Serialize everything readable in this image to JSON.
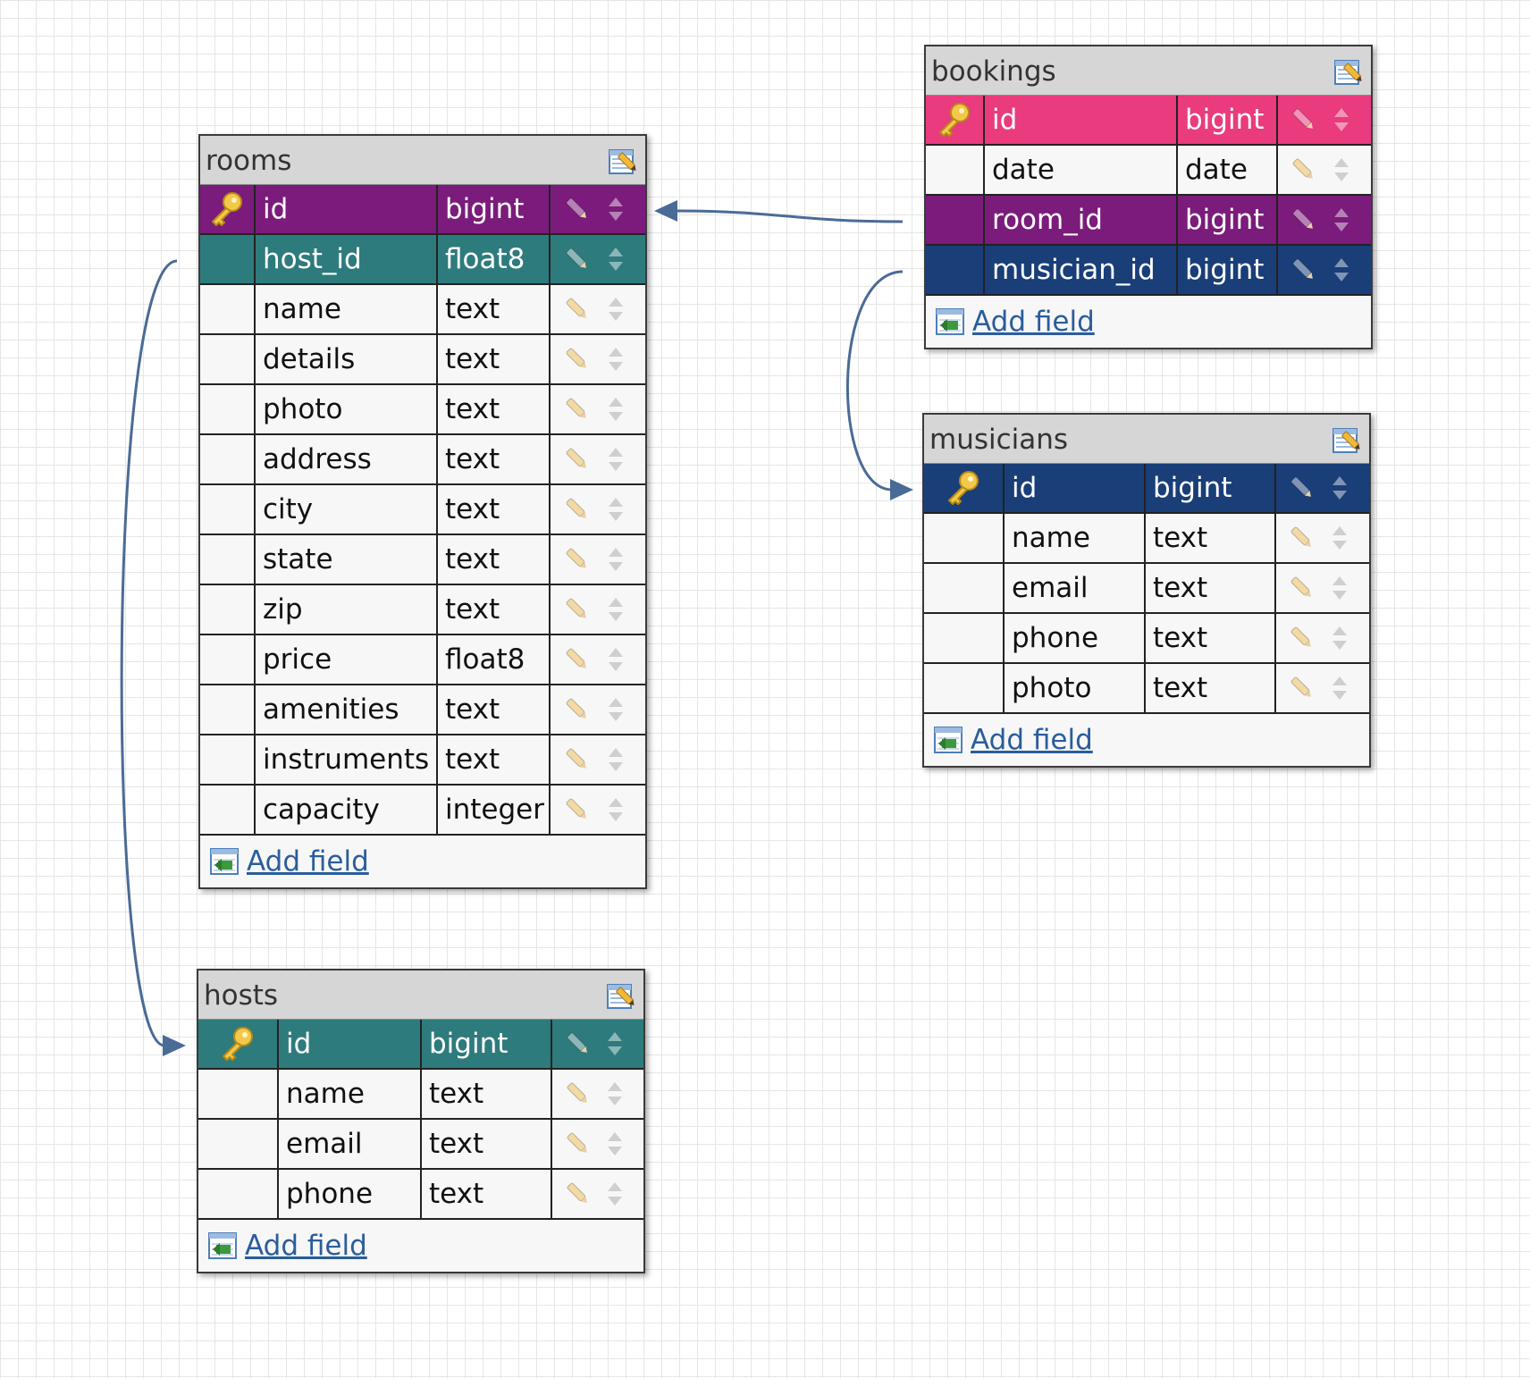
{
  "colors": {
    "primary_key_purple": "#7b1b7b",
    "teal": "#2e7b7d",
    "pink": "#e93b7d",
    "navy": "#193e78",
    "link_line": "#4a6b96"
  },
  "icons": {
    "table_edit": "table-edit-icon",
    "field_edit": "pencil-icon",
    "field_move": "reorder-arrows-icon",
    "primary_key": "key-icon",
    "add_field": "add-field-icon"
  },
  "add_field_label": "Add field",
  "tables": {
    "rooms": {
      "title": "rooms",
      "fields": [
        {
          "name": "id",
          "type": "bigint",
          "pk": true,
          "color": "#7b1b7b"
        },
        {
          "name": "host_id",
          "type": "float8",
          "color": "#2e7b7d"
        },
        {
          "name": "name",
          "type": "text"
        },
        {
          "name": "details",
          "type": "text"
        },
        {
          "name": "photo",
          "type": "text"
        },
        {
          "name": "address",
          "type": "text"
        },
        {
          "name": "city",
          "type": "text"
        },
        {
          "name": "state",
          "type": "text"
        },
        {
          "name": "zip",
          "type": "text"
        },
        {
          "name": "price",
          "type": "float8"
        },
        {
          "name": "amenities",
          "type": "text"
        },
        {
          "name": "instruments",
          "type": "text"
        },
        {
          "name": "capacity",
          "type": "integer"
        }
      ]
    },
    "hosts": {
      "title": "hosts",
      "fields": [
        {
          "name": "id",
          "type": "bigint",
          "pk": true,
          "color": "#2e7b7d"
        },
        {
          "name": "name",
          "type": "text"
        },
        {
          "name": "email",
          "type": "text"
        },
        {
          "name": "phone",
          "type": "text"
        }
      ]
    },
    "bookings": {
      "title": "bookings",
      "fields": [
        {
          "name": "id",
          "type": "bigint",
          "pk": true,
          "color": "#e93b7d"
        },
        {
          "name": "date",
          "type": "date"
        },
        {
          "name": "room_id",
          "type": "bigint",
          "color": "#7b1b7b"
        },
        {
          "name": "musician_id",
          "type": "bigint",
          "color": "#193e78"
        }
      ]
    },
    "musicians": {
      "title": "musicians",
      "fields": [
        {
          "name": "id",
          "type": "bigint",
          "pk": true,
          "color": "#193e78"
        },
        {
          "name": "name",
          "type": "text"
        },
        {
          "name": "email",
          "type": "text"
        },
        {
          "name": "phone",
          "type": "text"
        },
        {
          "name": "photo",
          "type": "text"
        }
      ]
    }
  },
  "relations": [
    {
      "from": "bookings.room_id",
      "to": "rooms.id"
    },
    {
      "from": "bookings.musician_id",
      "to": "musicians.id"
    },
    {
      "from": "rooms.host_id",
      "to": "hosts.id"
    }
  ]
}
